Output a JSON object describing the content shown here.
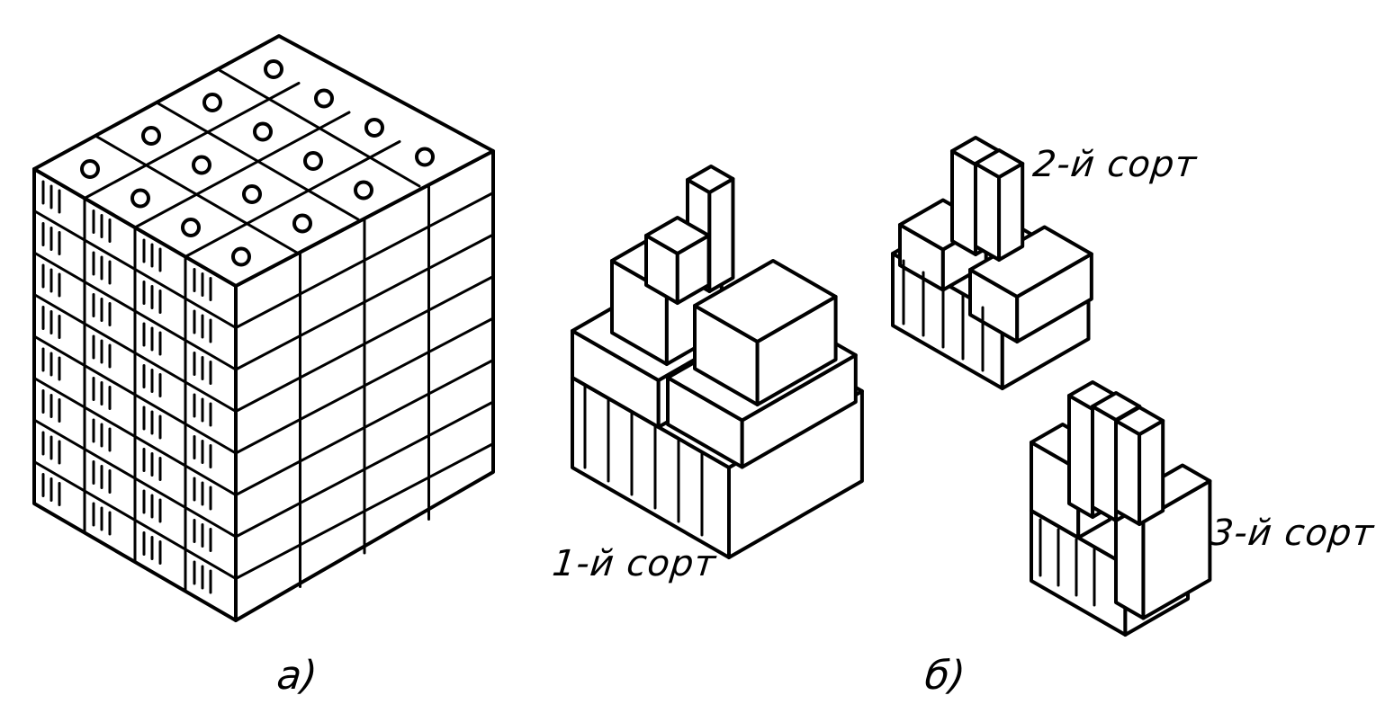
{
  "labels": {
    "panel_a": "а)",
    "panel_b": "б)",
    "grade_1": "1-й сорт",
    "grade_2": "2-й сорт",
    "grade_3": "3-й сорт"
  }
}
